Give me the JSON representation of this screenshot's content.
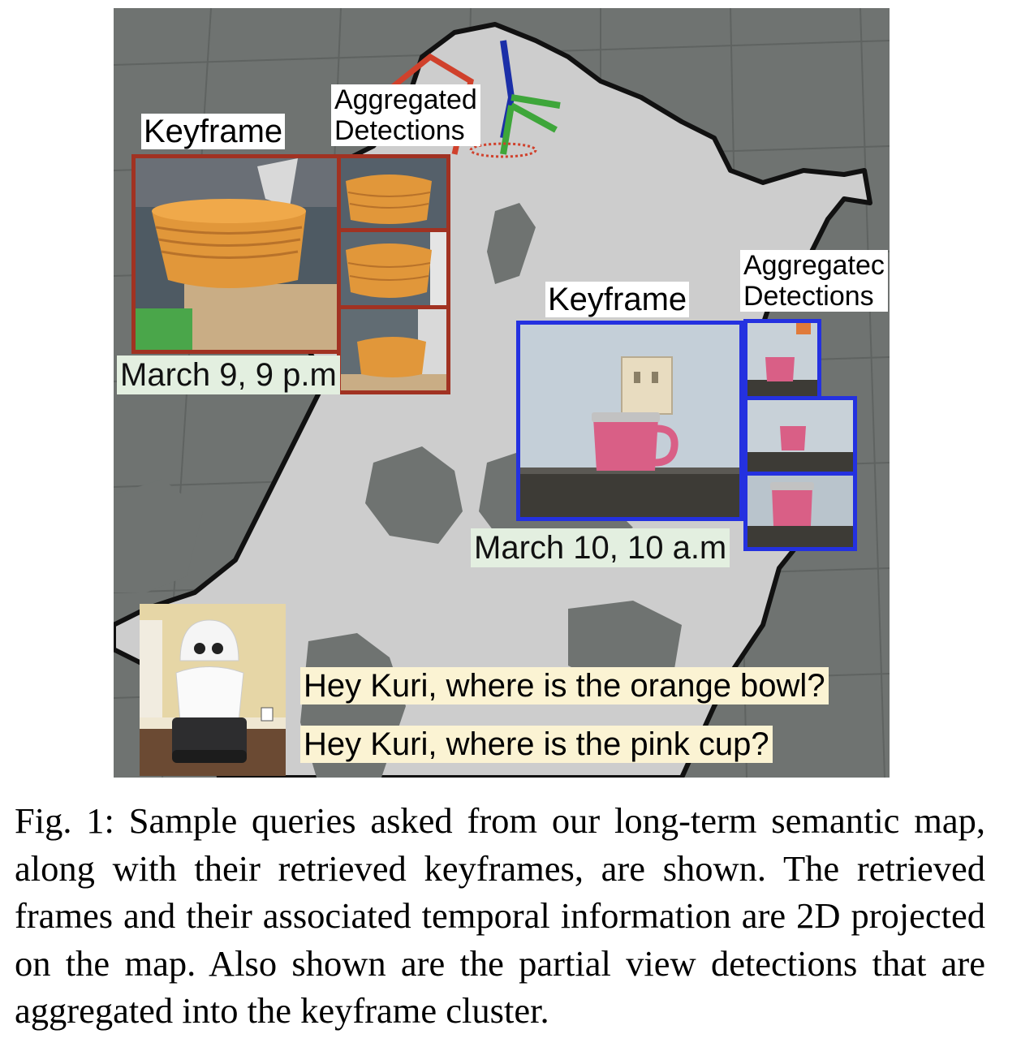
{
  "figure": {
    "left_group": {
      "keyframe_label": "Keyframe",
      "aggregated_label_line1": "Aggregated",
      "aggregated_label_line2": "Detections",
      "date": "March 9, 9 p.m",
      "frame_color": "#a13222",
      "object": "orange bowl"
    },
    "right_group": {
      "keyframe_label": "Keyframe",
      "aggregated_label_line1": "Aggregatec",
      "aggregated_label_line2": "Detections",
      "date": "March 10, 10 a.m",
      "frame_color": "#2431e0",
      "object": "pink cup"
    },
    "queries": [
      "Hey Kuri, where is the orange bowl?",
      "Hey Kuri, where is the pink cup?"
    ],
    "robot_photo": "kuri-robot"
  },
  "caption": "Fig. 1: Sample queries asked from our long-term semantic map, along with their retrieved keyframes, are shown. The retrieved frames and their associated temporal information are 2D projected on the map. Also shown are the partial view detections that are aggregated into the keyframe cluster."
}
